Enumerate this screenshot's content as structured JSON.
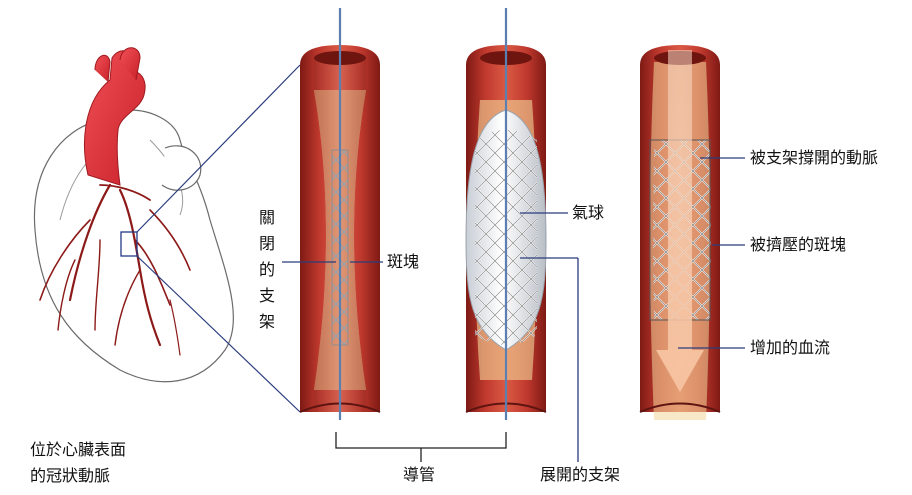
{
  "labels": {
    "heart_caption_line1": "位於心臟表面",
    "heart_caption_line2": "的冠狀動脈",
    "closed_stent": "關閉的支架",
    "plaque": "斑塊",
    "balloon": "氣球",
    "catheter": "導管",
    "deployed_stent": "展開的支架",
    "artery_opened": "被支架撐開的動脈",
    "compressed_plaque": "被擠壓的斑塊",
    "increased_flow": "增加的血流"
  },
  "colors": {
    "artery_red": "#b8322a",
    "artery_dark": "#7e1a14",
    "plaque_yellow": "#f1d79a",
    "heart_red": "#e8343a",
    "coronary_dark": "#8c1a18",
    "stent_gray": "#8f8f8f",
    "catheter_blue": "#5a7fb0",
    "flow_arrow": "#f7c9a8"
  }
}
